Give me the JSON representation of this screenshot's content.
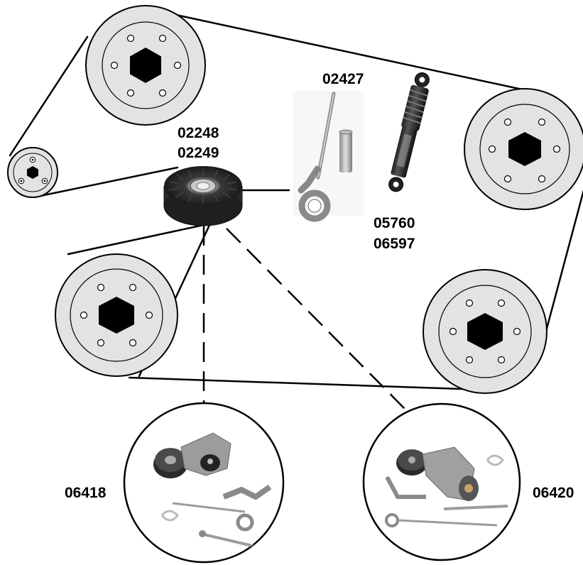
{
  "labels": {
    "idler_pulley_1": "02248",
    "idler_pulley_2": "02249",
    "tool": "02427",
    "damper_1": "05760",
    "damper_2": "06597",
    "tensioner_left": "06418",
    "tensioner_right": "06420"
  },
  "colors": {
    "pulley_fill": "#e3e3e3",
    "hub": "#000000",
    "belt": "#000000",
    "background": "#ffffff"
  },
  "icons": [
    "pulley-icon",
    "idler-pulley-icon",
    "tensioner-tool-icon",
    "shock-absorber-icon",
    "tensioner-kit-icon"
  ]
}
